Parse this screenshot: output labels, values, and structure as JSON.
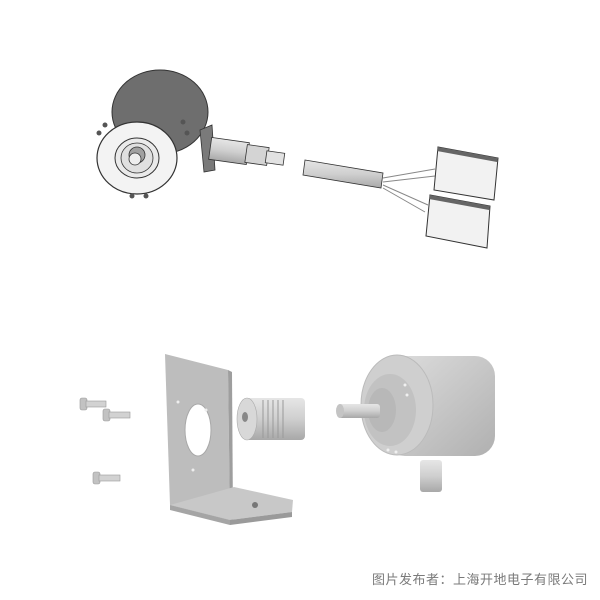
{
  "figure": {
    "top_assembly": {
      "parts": [
        "hollow-shaft-encoder",
        "cable-connector",
        "cable",
        "terminal-block-1",
        "terminal-block-2"
      ]
    },
    "bottom_assembly": {
      "parts": [
        "screw-1",
        "screw-2",
        "screw-3",
        "mounting-bracket",
        "shaft-coupling",
        "solid-shaft-encoder"
      ]
    },
    "colors": {
      "background": "#ffffff",
      "part_gray": "#c8c8c8",
      "dark_gray": "#6e6e6e",
      "outline": "#333333"
    }
  },
  "caption": {
    "text": "图片发布者：上海开地电子有限公司"
  }
}
